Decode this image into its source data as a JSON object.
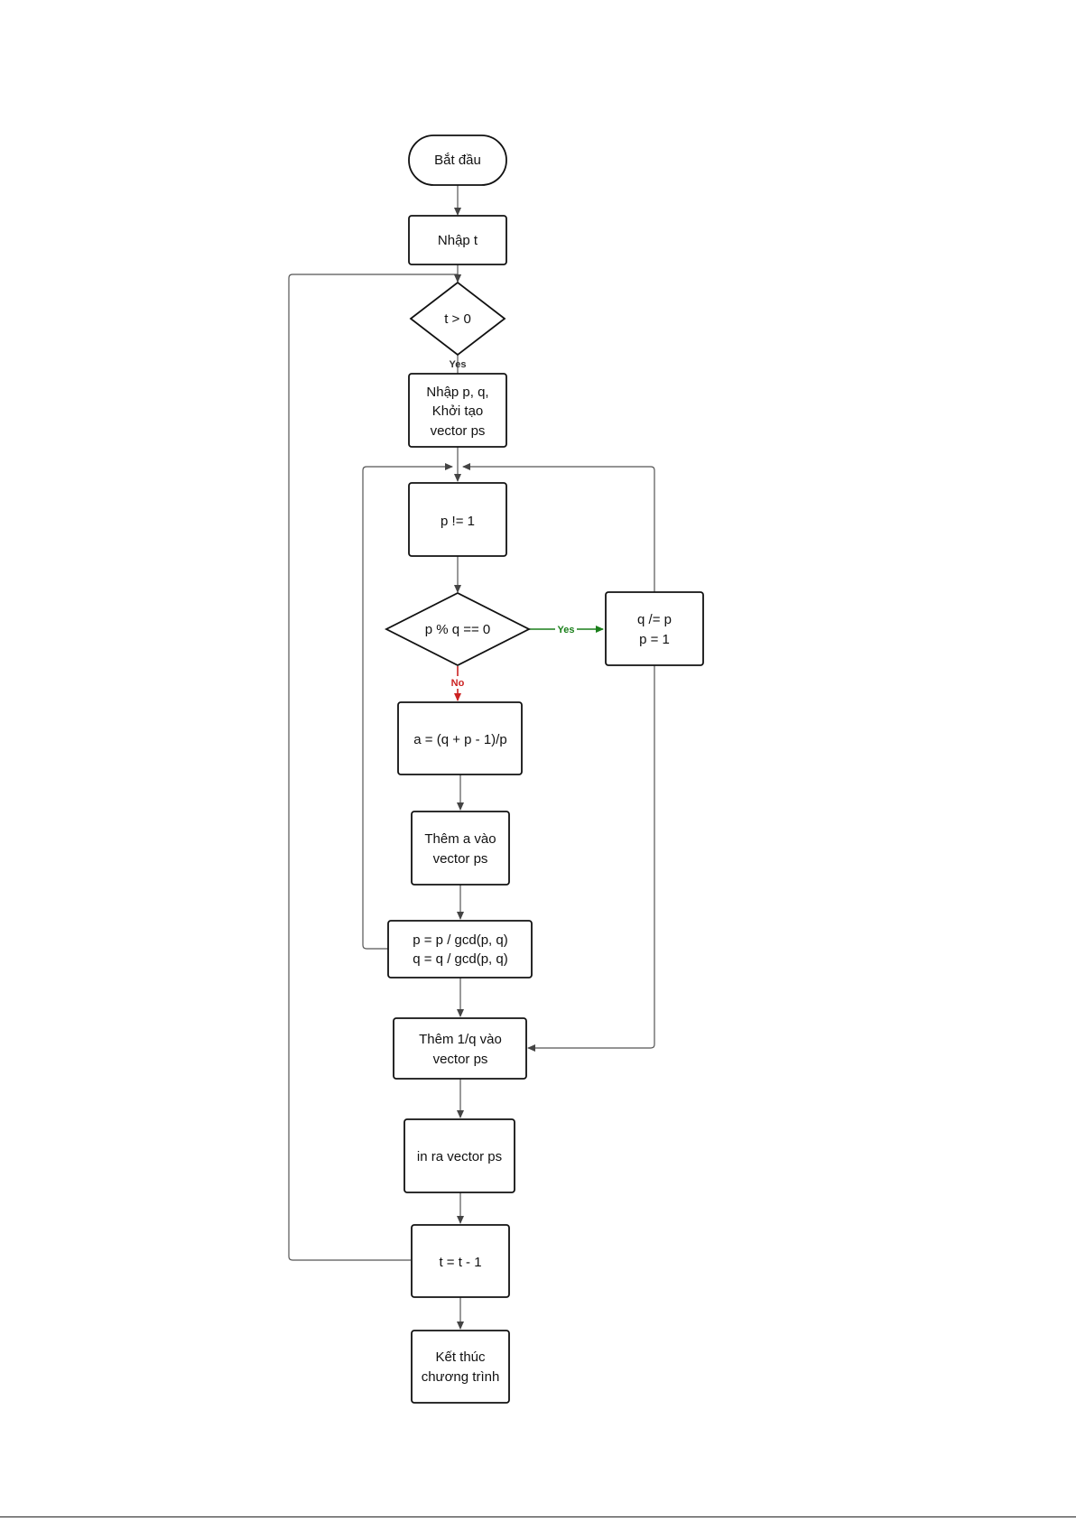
{
  "nodes": {
    "start": "Bắt đầu",
    "input_t": "Nhập t",
    "cond_t": "t > 0",
    "input_pq": [
      "Nhập p, q,",
      "Khởi tạo",
      "vector ps"
    ],
    "cond_p": "p != 1",
    "cond_mod": "p % q == 0",
    "yes_box": [
      "q /= p",
      "p = 1"
    ],
    "compute_a": "a = (q + p - 1)/p",
    "add_a": [
      "Thêm a vào",
      "vector ps"
    ],
    "reduce": [
      "p = p / gcd(p, q)",
      "q = q / gcd(p, q)"
    ],
    "add_inv": [
      "Thêm 1/q vào",
      "vector ps"
    ],
    "print": "in ra vector ps",
    "dec_t": "t = t - 1",
    "end": [
      "Kết thúc",
      "chương trình"
    ]
  },
  "edge_labels": {
    "t_yes": "Yes",
    "mod_yes": "Yes",
    "mod_no": "No"
  },
  "colors": {
    "yes_edge": "#1a7f1a",
    "no_edge": "#cc2222"
  }
}
